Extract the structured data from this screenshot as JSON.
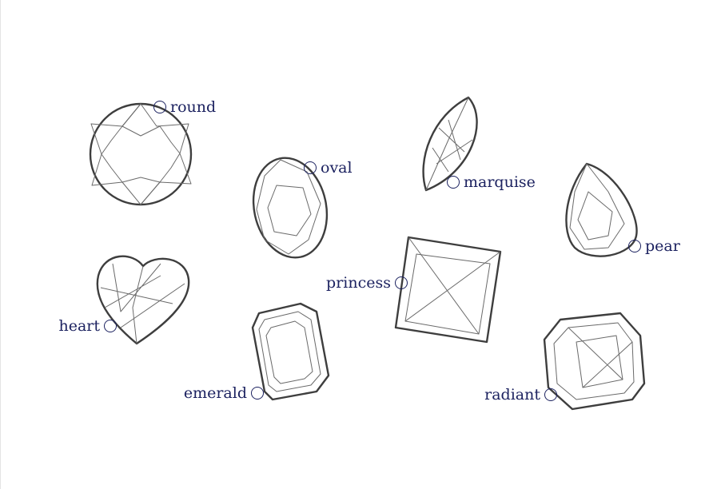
{
  "labels": {
    "round": "round",
    "oval": "oval",
    "marquise": "marquise",
    "pear": "pear",
    "princess": "princess",
    "heart": "heart",
    "emerald": "emerald",
    "radiant": "radiant"
  },
  "colors": {
    "label": "#1c2260",
    "sketch": "#4a4a4a"
  }
}
